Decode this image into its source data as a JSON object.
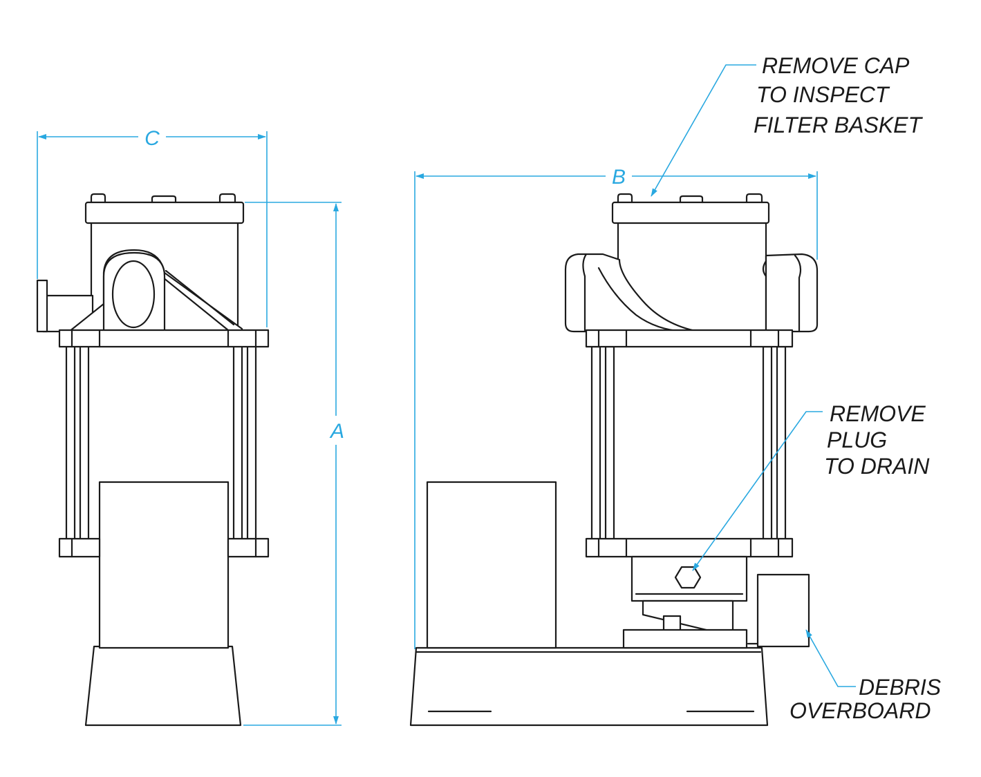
{
  "dimensions": {
    "a": "A",
    "b": "B",
    "c": "C"
  },
  "callouts": {
    "cap": [
      "REMOVE CAP",
      "TO INSPECT",
      "FILTER BASKET"
    ],
    "plug": [
      "REMOVE",
      "PLUG",
      "TO DRAIN"
    ],
    "debris": [
      "DEBRIS",
      "OVERBOARD"
    ]
  },
  "colors": {
    "dimension_lines": "#29a8e0",
    "outline": "#1a1a1a",
    "background": "#ffffff"
  }
}
